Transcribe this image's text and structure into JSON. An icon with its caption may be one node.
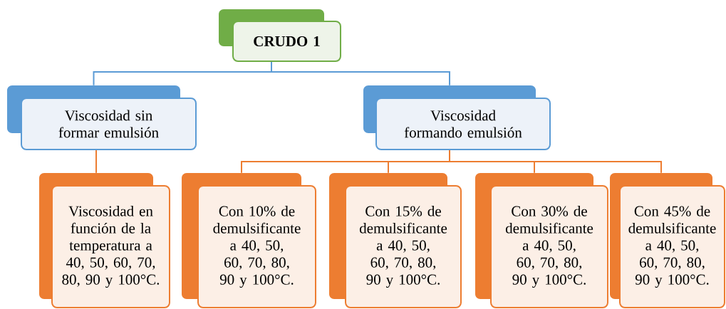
{
  "diagram": {
    "nodes": [
      {
        "text": [
          "CRUDO 1"
        ]
      },
      {
        "text": [
          "Viscosidad sin formar emulsión"
        ]
      },
      {
        "text": [
          "Viscosidad formando emulsión"
        ]
      },
      {
        "text": [
          "Viscosidad en función de la temperatura a 40, 50, 60, 70, 80, 90 y 100°C."
        ]
      },
      {
        "text": [
          "Con 10% de demulsificante a 40, 50, 60, 70, 80, 90 y 100°C."
        ]
      },
      {
        "text": [
          "Con 15% de demulsificante a 40, 50, 60, 70, 80, 90 y 100°C."
        ]
      },
      {
        "text": [
          "Con 30% de demulsificante a 40, 50, 60, 70, 80, 90 y 100°C."
        ]
      },
      {
        "text": [
          "Con 45% de demulsificante a 40, 50, 60, 70, 80, 90 y 100°C."
        ]
      }
    ],
    "edges": [
      {
        "from": 0,
        "to": 1,
        "arrow": "none",
        "color": "#5b9bd5"
      },
      {
        "from": 0,
        "to": 2,
        "arrow": "none",
        "color": "#5b9bd5"
      },
      {
        "from": 1,
        "to": 3,
        "arrow": "none"
      },
      {
        "from": 2,
        "to": 4,
        "arrow": "none"
      },
      {
        "from": 2,
        "to": 5,
        "arrow": "none"
      },
      {
        "from": 2,
        "to": 6,
        "arrow": "none"
      },
      {
        "from": 2,
        "to": 7,
        "arrow": "none"
      }
    ]
  }
}
